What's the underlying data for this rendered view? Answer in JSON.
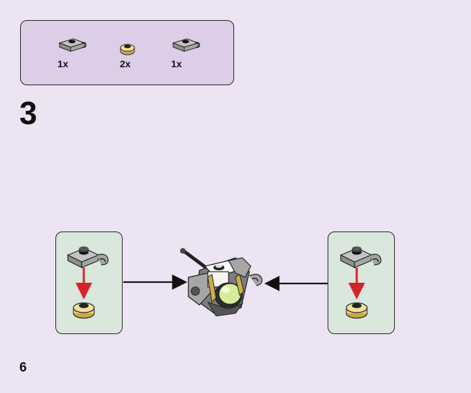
{
  "parts_list": {
    "items": [
      {
        "name": "plate-with-clip-gray-1",
        "qty": "1x",
        "color": "#a6a6a6"
      },
      {
        "name": "round-plate-gold",
        "qty": "2x",
        "color": "#e8d27a"
      },
      {
        "name": "plate-with-clip-gray-2",
        "qty": "1x",
        "color": "#a6a6a6"
      }
    ]
  },
  "step": {
    "number": "3"
  },
  "page": {
    "number": "6"
  },
  "colors": {
    "background": "#ece4f2",
    "parts_box": "#ddcde6",
    "sub_assembly_box": "#d9e7dd",
    "arrow_red": "#d4242a",
    "brick_gray": "#a6a6a6",
    "brick_gold": "#e8d27a",
    "trans_green": "#d6ec9c"
  }
}
